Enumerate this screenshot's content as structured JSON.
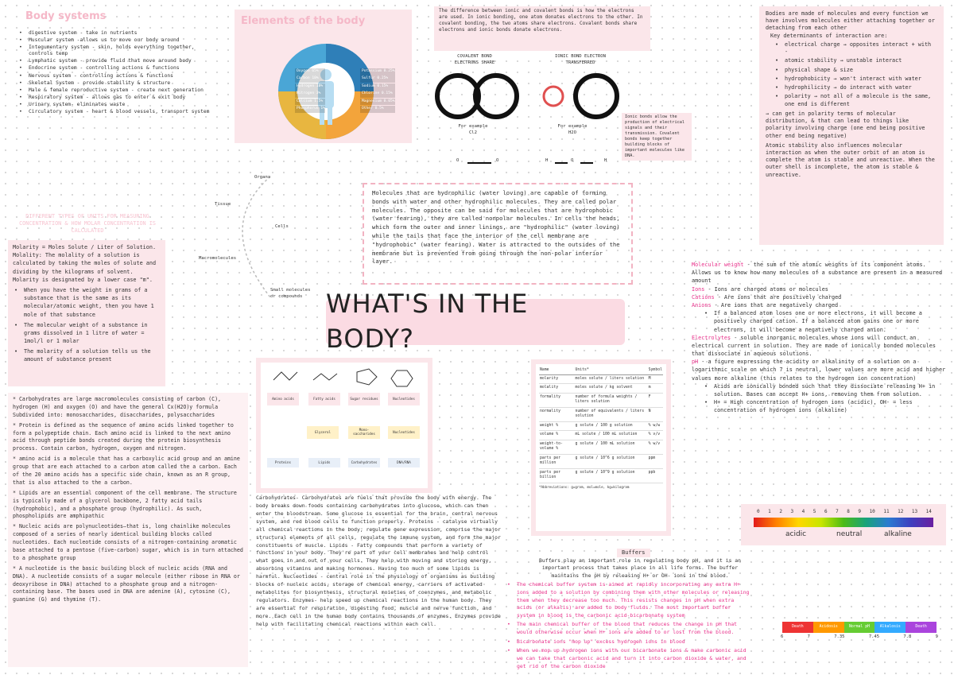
{
  "title": "WHAT'S IN THE BODY?",
  "body_systems": {
    "heading": "Body systems",
    "items": [
      "digestive system - take in nutrients",
      "Muscular system -allows us to move our body around",
      "Integumentary system - skin, holds everything together, controls temp",
      "Lymphatic system - provide fluid that move around body",
      "Endocrine system - controlling actions & functions",
      "Nervous system - controlling actions & functions",
      "Skeletal System - provide stability & structure",
      "Male & female reproductive system - create next generation",
      "Respiratory system - allows gas to enter & exit body",
      "Urinary system- eliminates waste",
      "Circulatory system - heart & blood vessels, transport system"
    ]
  },
  "elements": {
    "heading": "Elements of the body",
    "left_labels": [
      "Oxygen 65%",
      "Carbon 18%",
      "Hydrogen 10%",
      "Nitrogen 3%",
      "Calcium 1.5%",
      "Phosphorus 1%"
    ],
    "right_labels": [
      "Potassium 0.25%",
      "Sulfur 0.25%",
      "Sodium 0.15%",
      "Chlorine 0.15%",
      "Magnesium 0.05%",
      "Other 0.5%"
    ]
  },
  "bonds": {
    "intro": "The difference between ionic and covalent bonds is how the electrons are used. In ionic bonding, one atom donates electrons to the other. In covalent bonding, the two atoms share electrons. Covalent bonds share electrons and ionic bonds donate electrons.",
    "covalent_title": "COVALENT BOND ELECTRONS SHARE",
    "ionic_title": "IONIC BOND ELECTRON TRANSFERRED",
    "covalent_example": "For example Cl2",
    "ionic_example": "For example H2O",
    "ionic_note": "Ionic bonds allow the production of electrical signals and their transmission. Covalent bonds keep together building blocks of important molecules like DNA.",
    "atoms": [
      "O",
      "O",
      "O",
      "H",
      "H"
    ]
  },
  "molecules_box": {
    "paras": [
      "Bodies are made of molecules and every function we have involves molecules either attaching together or detaching from each other",
      "Key determinants of interaction are:"
    ],
    "items": [
      "electrical charge → opposites interact + with -",
      "atomic stability → unstable interact",
      "physical shape & size",
      "hydrophobicity → won't interact with water",
      "hydrophilicity → do interact with water",
      "polarity → not all of a molecule is the same, one end is different"
    ],
    "after": [
      "→ can get in polarity terms of molecular distribution, & that can lead to things like polarity involving charge (one end being positive other end being negative)",
      "Atomic stability also influences molecular interaction as when the outer orbit of an atom is complete the atom is stable and unreactive. When the outer shell is incomplete, the atom is stable & unreactive."
    ]
  },
  "hierarchy": {
    "levels": [
      "Organs",
      "Tissue",
      "Cells",
      "Macromolecules",
      "Small molecules or compounds"
    ]
  },
  "hydrophilic": "Molecules that are hydrophilic (water loving) are capable of forming bonds with water and other hydrophilic molecules. They are called polar molecules. The opposite can be said for molecules that are hydrophobic (water fearing), they are called nonpolar molecules. In cells the heads, which form the outer and inner linings, are \"hydrophilic\" (water loving) while the tails that face the interior of the cell membrane are \"hydrophobic\" (water fearing). Water is attracted to the outsides of the membrane but is prevented from going through the non-polar interior layer.",
  "units": {
    "heading": "DIFFERENT TYPES OF UNITS FOR MEASURING CONCENTRATION & HOW MOLAR CONCENTRATION IS CALCULATED",
    "intro": "Molarity = Moles Solute / Liter of Solution. Molality: The molality of a solution is calculated by taking the moles of solute and dividing by the kilograms of solvent. Molarity is designated by a lower case \"m\".",
    "items": [
      "When you have the weight in grams of a substance that is the same as its molecular/atomic weight, then you have 1 mole of that substance",
      "The molecular weight of a substance in grams dissolved in 1 litre of water = 1mol/l or 1 molar",
      "The molarity of a solution tells us the amount of substance present"
    ]
  },
  "macromolecules": [
    "* Carbohydrates are large macromolecules consisting of carbon (C), hydrogen (H) and oxygen (O) and have the general Cx(H2O)y formula Subdivided into: monosaccharides, disaccharides, polysaccharides",
    "* Protein is defined as the sequence of amino acids linked together to form a polypeptide chain. Each amino acid is linked to the next amino acid through peptide bonds created during the protein biosynthesis process. Contain carbon, hydrogen, oxygen and nitrogen.",
    "* amino acid is a molecule that has a carboxylic acid group and an amine group that are each attached to a carbon atom called the a carbon. Each of the 20 amino acids has a specific side chain, known as an R group, that is also attached to the a carbon.",
    "* Lipids are an essential component of the cell membrane. The structure is typically made of a glycerol backbone, 2 fatty acid tails (hydrophobic), and a phosphate group (hydrophilic). As such, phospholipids are amphipathic",
    "* Nucleic acids are polynucleotides—that is, long chainlike molecules composed of a series of nearly identical building blocks called nucleotides. Each nucleotide consists of a nitrogen-containing aromatic base attached to a pentose (five-carbon) sugar, which is in turn attached to a phosphate group",
    "* A nucleotide is the basic building block of nucleic acids (RNA and DNA). A nucleotide consists of a sugar molecule (either ribose in RNA or deoxyribose in DNA) attached to a phosphate group and a nitrogen-containing base. The bases used in DNA are adenine (A), cytosine (C), guanine (G) and thymine (T)."
  ],
  "diagram": {
    "top": [
      "Amino acids",
      "Fatty acids",
      "Sugar residues",
      "Nucleotides"
    ],
    "middle": [
      "Glycerol",
      "Mono-saccharides",
      "Nucleotides"
    ],
    "bottom": [
      "Proteins",
      "Lipids",
      "Carbohydrates",
      "DNA/RNA"
    ]
  },
  "fuels": "Carbohydrates- Carbohydrates are fuels that provide the body with energy. The body breaks down foods containing carbohydrates into glucose, which can then enter the bloodstream. Some glucose is essential for the brain, central nervous system, and red blood cells to function properly. Proteins - catalyse virtually all chemical reactions in the body, regulate gene expression, comprise the major structural elements of all cells, regulate the immune system, and form the major constituents of muscle. Lipids - Fatty compounds that perform a variety of functions in your body. They're part of your cell membranes and help control what goes in and out of your cells. They help with moving and storing energy, absorbing vitamins and making hormones. Having too much of some lipids is harmful. Nucleotides - central role in the physiology of organisms as building blocks of nucleic acids, storage of chemical energy, carriers of activated metabolites for biosynthesis, structural moieties of coenzymes, and metabolic regulators. Enzymes- help speed up chemical reactions in the human body. They are essential for respiration, digesting food, muscle and nerve function, and more. Each cell in the human body contains thousands of enzymes. Enzymes provide help with facilitating chemical reactions within each cell.",
  "units_table": {
    "headers": [
      "Name",
      "Units*",
      "Symbol"
    ],
    "rows": [
      [
        "molarity",
        "moles solute / liters solution",
        "M"
      ],
      [
        "molality",
        "moles solute / kg solvent",
        "m"
      ],
      [
        "formality",
        "number of formula weights / liters solution",
        "F"
      ],
      [
        "normality",
        "number of equivalents / liters solution",
        "N"
      ],
      [
        "weight %",
        "g solute / 100 g solution",
        "% w/w"
      ],
      [
        "volume %",
        "mL solute / 100 mL solution",
        "% v/v"
      ],
      [
        "weight-to-volume %",
        "g solute / 100 mL solution",
        "% w/v"
      ],
      [
        "parts per million",
        "g solute / 10^6 g solution",
        "ppm"
      ],
      [
        "parts per billion",
        "g solute / 10^9 g solution",
        "ppb"
      ]
    ],
    "footnote": "*Abbreviations: g=gram, mol=mole, kg=kilogram"
  },
  "molecular_weight": {
    "mw_label": "Molecular weight",
    "mw_text": " - the sum of the atomic weights of its component atoms. Allows us to know how many molecules of a substance are present in a measured amount",
    "ions_label": "Ions",
    "ions_text": " - Ions are charged atoms or molecules",
    "cations_label": "Cations",
    "cations_text": " - Are ions that are positively charged",
    "anions_label": "Anions",
    "anions_text": " - Are ions that are negatively charged",
    "anion_item": "If a balanced atom loses one or more electrons, it will become a positively charged cation. If a balanced atom gains one or more electrons, it will become a negatively charged anion.",
    "electrolytes_label": "Electrolytes",
    "electrolytes_text": " - soluble inorganic molecules whose ions will conduct an electrical current in solution. They are made of ionically bonded molecules that dissociate in aqueous solutions.",
    "ph_label": "pH",
    "ph_text": " - a figure expressing the acidity or alkalinity of a solution on a logarithmic scale on which 7 is neutral, lower values are more acid and higher values more alkaline (this relates to the hydrogen ion concentration)",
    "items": [
      "Acids are ionically bonded such that they dissociate releasing H+ in solution. Bases can accept H+ ions, removing them from solution.",
      "H+ = High concentration of hydrogen ions (acidic), OH- = less concentration of hydrogen ions (alkaline)"
    ]
  },
  "ph_scale": {
    "numbers": [
      "0",
      "1",
      "2",
      "3",
      "4",
      "5",
      "6",
      "7",
      "8",
      "9",
      "10",
      "11",
      "12",
      "13",
      "14"
    ],
    "labels": [
      "acidic",
      "neutral",
      "alkaline"
    ]
  },
  "buffers": {
    "title": "Buffers",
    "intro": "Buffers play an important role in regulating body pH, and it is an important process that takes place in all life forms. The buffer maintains the pH by releasing H+ or OH- ions in the blood.",
    "items": [
      "The chemical buffer system is aimed at rapidly incorporating any extra H+ ions added to a solution by combining them with other molecules or releasing them when they decrease too much. This resists changes in pH when extra acids (or alkalis) are added to body fluids. The most important buffer system in blood is the carbonic acid-bicarbonate system",
      "The main chemical buffer of the blood that reduces the change in pH that would otherwise occur when H+ ions are added to or lost from the blood.",
      "Bicarbonate ions \"mop up\" excess hydrogen ions in blood",
      "When we mop up hydrogen ions with our bicarbonate ions & make carbonic acid we can take that carbonic acid and turn it into carbon dioxide & water, and get rid of the carbon dioxide"
    ]
  },
  "blood_ph": {
    "labels": [
      "Death",
      "Acidosis",
      "Normal pH",
      "Alkalosis",
      "Death"
    ],
    "ticks": [
      "6",
      "7",
      "7.35",
      "7.45",
      "7.8",
      "9"
    ]
  }
}
